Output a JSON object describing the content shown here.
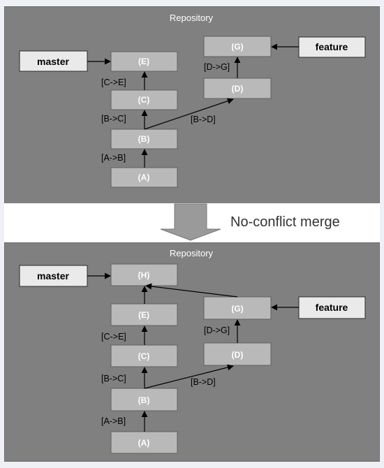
{
  "top_panel": {
    "title": "Repository",
    "branches": {
      "master": "master",
      "feature": "feature"
    },
    "commits": {
      "A": "(A)",
      "B": "(B)",
      "C": "(C)",
      "E": "(E)",
      "D": "(D)",
      "G": "(G)"
    },
    "edge_labels": {
      "ab": "[A->B]",
      "bc": "[B->C]",
      "ce": "[C->E]",
      "bd": "[B->D]",
      "dg": "[D->G]"
    }
  },
  "merge_step": {
    "label": "No-conflict merge"
  },
  "bottom_panel": {
    "title": "Repository",
    "branches": {
      "master": "master",
      "feature": "feature"
    },
    "commits": {
      "A": "(A)",
      "B": "(B)",
      "C": "(C)",
      "E": "(E)",
      "H": "(H)",
      "D": "(D)",
      "G": "(G)"
    },
    "edge_labels": {
      "ab": "[A->B]",
      "bc": "[B->C]",
      "ce": "[C->E]",
      "bd": "[B->D]",
      "dg": "[D->G]"
    }
  },
  "colors": {
    "panel_background": "#808080",
    "commit_fill": "#b9b9b9",
    "branch_fill": "#eaeaea",
    "arrow_fill": "#9a9a9a"
  }
}
